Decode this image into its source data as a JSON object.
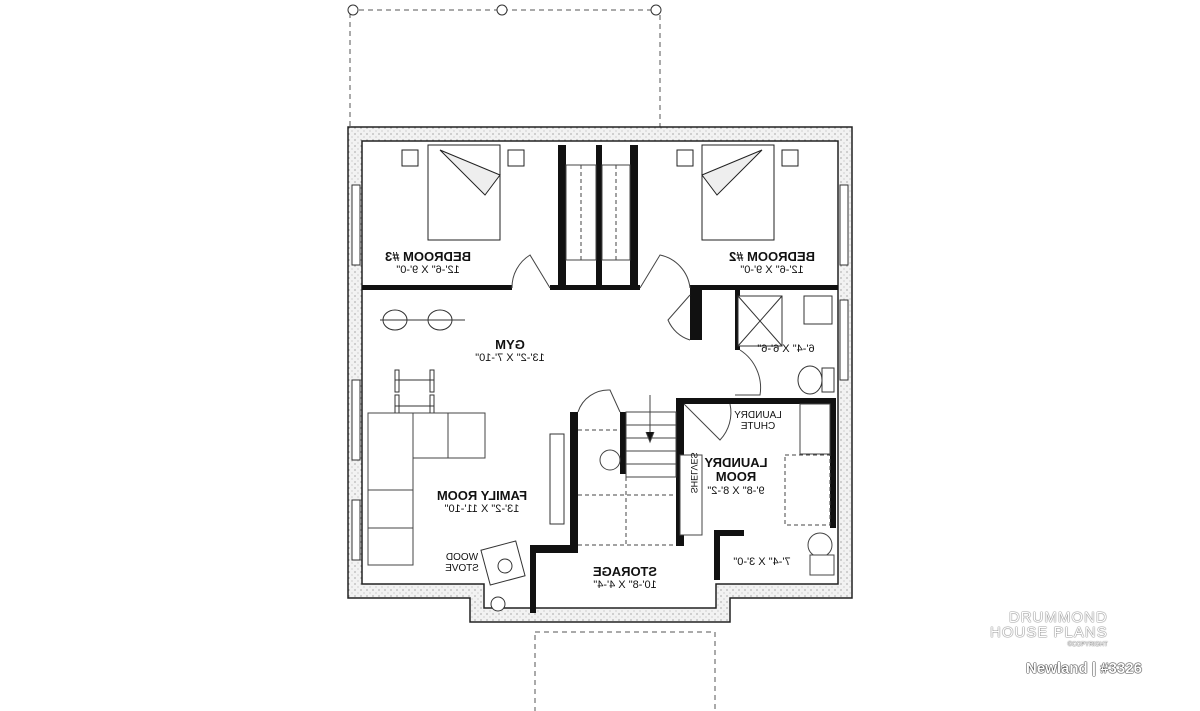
{
  "rooms": {
    "bedroom3": {
      "name": "BEDROOM #3",
      "dims": "12'-6\" X 9'-0\""
    },
    "bedroom2": {
      "name": "BEDROOM #2",
      "dims": "12'-6\" X 9'-0\""
    },
    "gym": {
      "name": "GYM",
      "dims": "13'-2\" X 7'-10\""
    },
    "bathroom": {
      "dims": "6'-4\" X 6'-6\""
    },
    "laundry": {
      "name_line1": "LAUNDRY",
      "name_line2": "ROOM",
      "dims": "9'-8\" X 8'-2\""
    },
    "family": {
      "name": "FAMILY ROOM",
      "dims": "13'-2\" X 11'-10\""
    },
    "storage": {
      "name": "STORAGE",
      "dims": "10'-8\" X 4'-4\""
    },
    "mechanical": {
      "dims": "7'-4\" X 3'-0\""
    }
  },
  "annotations": {
    "laundry_chute_1": "LAUNDRY",
    "laundry_chute_2": "CHUTE",
    "shelves": "SHELVES",
    "wood_stove_1": "WOOD",
    "wood_stove_2": "STOVE"
  },
  "branding": {
    "logo_line1": "DRUMMOND",
    "logo_line2": "HOUSE PLANS",
    "copyright": "©COPYRIGHT",
    "plan_ref": "Newland | #3326"
  }
}
